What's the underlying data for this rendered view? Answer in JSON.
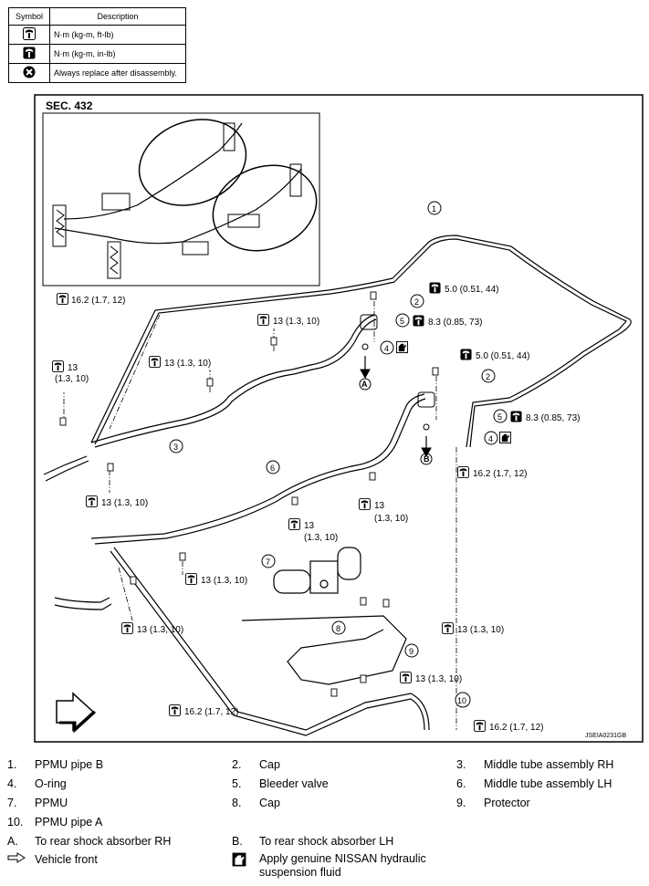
{
  "legend": {
    "header_symbol": "Symbol",
    "header_description": "Description",
    "rows": [
      {
        "icon": "torque-wrench-icon",
        "description": "N·m (kg-m, ft-lb)"
      },
      {
        "icon": "torque-wrench-small-icon",
        "description": "N·m (kg-m, in-lb)"
      },
      {
        "icon": "always-replace-icon",
        "description": "Always replace after disassembly."
      }
    ]
  },
  "diagram": {
    "section": "SEC. 432",
    "ref_code": "JSEIA0231GB",
    "arrow_a": "A",
    "arrow_b": "B",
    "callout_numbers": [
      "1",
      "2",
      "2",
      "3",
      "4",
      "4",
      "5",
      "5",
      "6",
      "7",
      "8",
      "9",
      "10"
    ],
    "torques": {
      "t162": "16.2 (1.7, 12)",
      "t13": "13 (1.3, 10)",
      "t13_a": "13",
      "t13_b": "(1.3, 10)",
      "t50": "5.0 (0.51, 44)",
      "t83": "8.3 (0.85, 73)"
    }
  },
  "parts_list": [
    {
      "num": "1.",
      "label": "PPMU pipe B"
    },
    {
      "num": "2.",
      "label": "Cap"
    },
    {
      "num": "3.",
      "label": "Middle tube assembly RH"
    },
    {
      "num": "4.",
      "label": "O-ring"
    },
    {
      "num": "5.",
      "label": "Bleeder valve"
    },
    {
      "num": "6.",
      "label": "Middle tube assembly LH"
    },
    {
      "num": "7.",
      "label": "PPMU"
    },
    {
      "num": "8.",
      "label": "Cap"
    },
    {
      "num": "9.",
      "label": "Protector"
    },
    {
      "num": "10.",
      "label": "PPMU pipe A"
    },
    {
      "num": "A.",
      "label": "To rear shock absorber RH"
    },
    {
      "num": "B.",
      "label": "To rear shock absorber LH"
    },
    {
      "num": "",
      "label": "Vehicle front"
    },
    {
      "num": "",
      "label": "Apply genuine NISSAN hydraulic suspension fluid"
    }
  ]
}
